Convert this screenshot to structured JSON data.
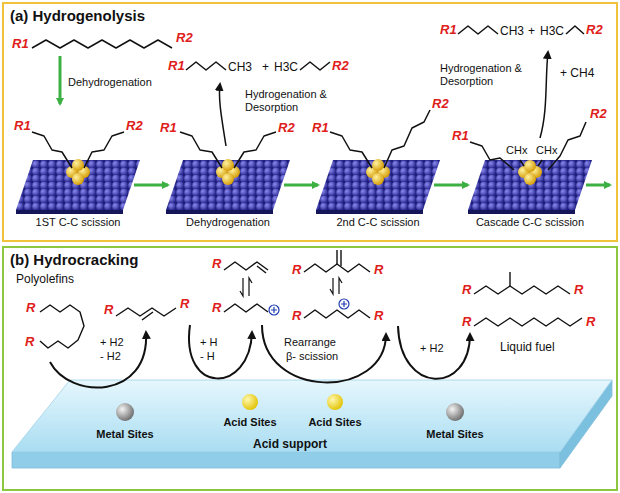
{
  "diagram": {
    "nodes": [
      {
        "text": [
          "(a) Hydrogenolysis"
        ]
      },
      {
        "text": [
          "(b) Hydrocracking"
        ]
      }
    ],
    "labels": [
      "R1",
      "R2",
      "Dehydrogenation",
      "R1",
      "R2",
      "R1",
      "R2",
      "Hydrogenation & Desorption",
      "R1",
      "CH3",
      "+",
      "H3C",
      "R2",
      "R1",
      "R2",
      "R1",
      "CHx",
      "CHx",
      "R2",
      "R1",
      "CH3",
      "+",
      "H3C",
      "R2",
      "Hydrogenation & Desorption",
      "+ CH4",
      "1ST C-C scission",
      "Dehydrogenation",
      "2nd C-C scission",
      "Cascade C-C scission",
      "Polyolefins",
      "R",
      "R",
      "+ H2",
      "- H2",
      "R",
      "R",
      "+ H",
      "- H",
      "R",
      "R",
      "R",
      "R",
      "R",
      "R",
      "Rearrange",
      "β- scission",
      "+ H2",
      "R",
      "R",
      "R",
      "R",
      "Liquid fuel",
      "Metal Sites",
      "Acid Sites",
      "Acid Sites",
      "Metal Sites",
      "Acid support"
    ]
  }
}
